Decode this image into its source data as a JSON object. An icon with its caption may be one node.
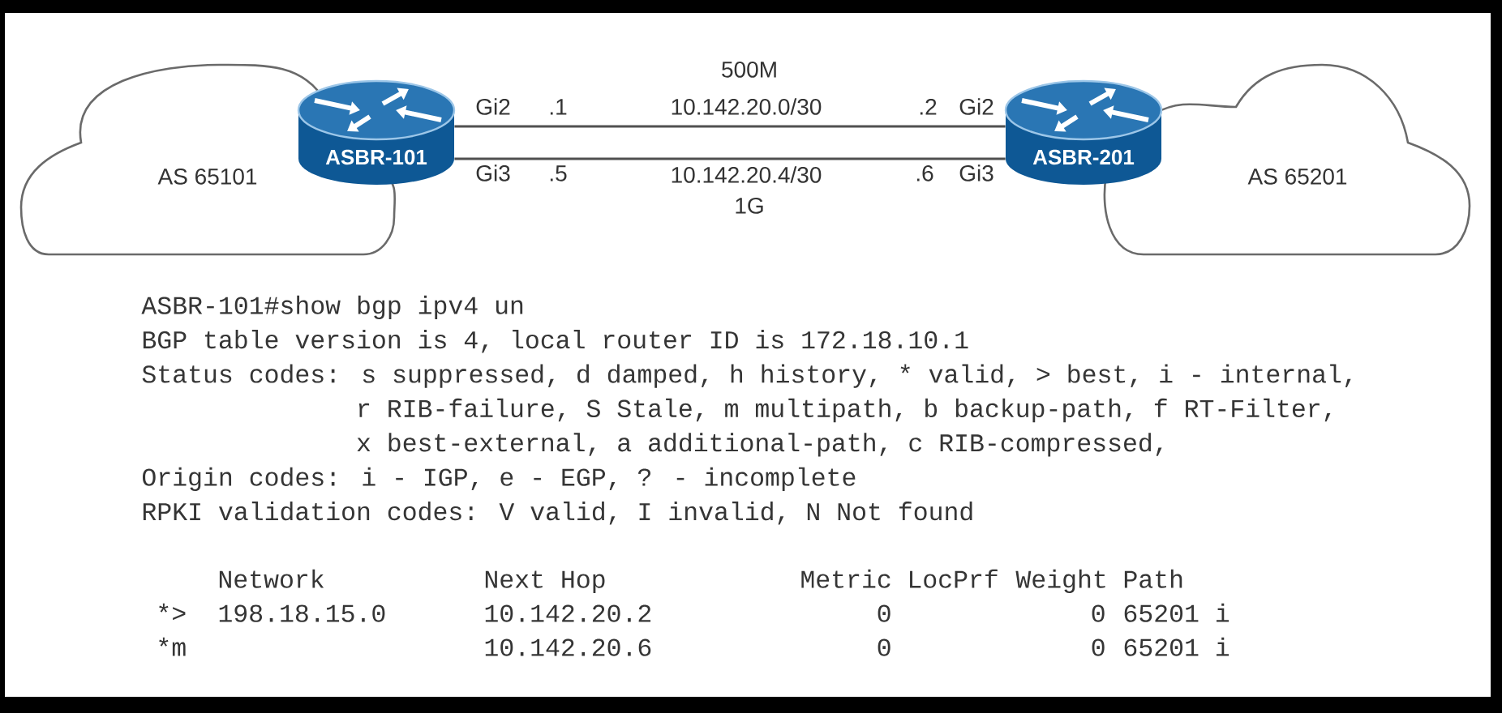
{
  "diagram": {
    "nodes": [
      {
        "text": [
          "AS 65101"
        ]
      },
      {
        "text": [
          "ASBR-101"
        ]
      },
      {
        "text": [
          "ASBR-201"
        ]
      },
      {
        "text": [
          "AS 65201"
        ]
      }
    ],
    "edges": [
      {
        "from": 1,
        "to": 2,
        "arrow": "none",
        "label": "10.142.20.0/30"
      },
      {
        "from": 1,
        "to": 2,
        "arrow": "none",
        "label": "10.142.20.4/30"
      }
    ],
    "labels": [
      "500M",
      "Gi2",
      ".1",
      ".2",
      "Gi2",
      "Gi3",
      ".5",
      ".6",
      "Gi3",
      "1G",
      "ASBR-101#show bgp ipv4 un",
      "BGP table version is 4, local router ID is 172.18.10.1",
      "Status codes: s suppressed, d damped, h history, * valid, > best, i - internal,",
      "r RIB-failure, S Stale, m multipath, b backup-path, f RT-Filter,",
      "x best-external, a additional-path, c RIB-compressed,",
      "Origin codes: i - IGP, e - EGP, ? - incomplete",
      "RPKI validation codes: V valid, I invalid, N Not found",
      "Network",
      "Next Hop",
      "Metric",
      "LocPrf",
      "Weight",
      "Path",
      "*>",
      "198.18.15.0",
      "10.142.20.2",
      "0",
      "0",
      "65201 i",
      "*m",
      "10.142.20.6",
      "0",
      "0",
      "65201 i"
    ]
  }
}
